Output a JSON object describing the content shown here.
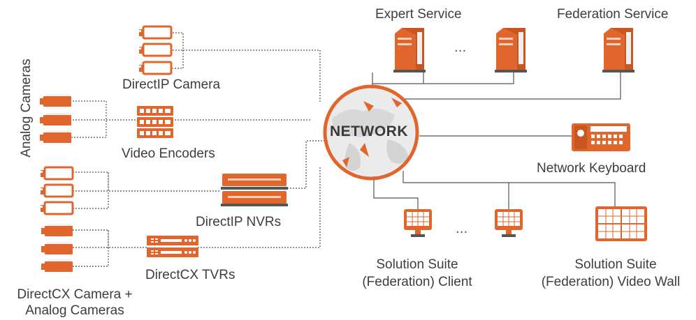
{
  "colors": {
    "accent": "#e0662e",
    "text": "#3d3d3d",
    "line": "#555555",
    "light": "#f3f3f3"
  },
  "labels": {
    "expert_service": "Expert Service",
    "federation_service": "Federation Service",
    "analog_cameras": "Analog Cameras",
    "directip_camera": "DirectIP Camera",
    "video_encoders": "Video Encoders",
    "directip_nvrs": "DirectIP NVRs",
    "directcx_tvrs": "DirectCX TVRs",
    "directcx_camera_line1": "DirectCX Camera +",
    "directcx_camera_line2": "Analog Cameras",
    "network": "NETWORK",
    "network_keyboard": "Network Keyboard",
    "client_line1": "Solution Suite",
    "client_line2": "(Federation) Client",
    "videowall_line1": "Solution Suite",
    "videowall_line2": "(Federation) Video Wall",
    "ellipsis": "..."
  }
}
